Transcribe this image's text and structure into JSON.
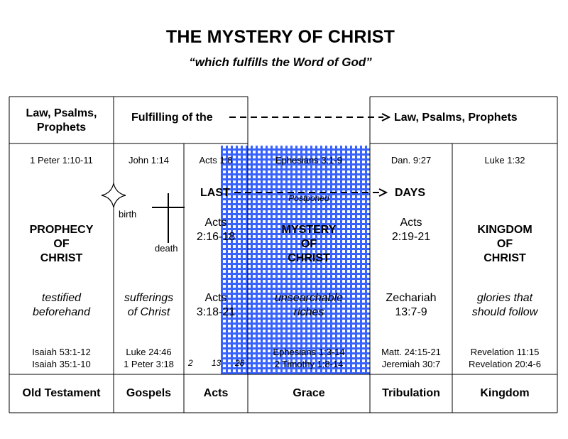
{
  "title": "THE MYSTERY OF CHRIST",
  "subtitle": "“which fulfills the Word of God”",
  "header": {
    "left": "Law, Psalms, Prophets",
    "fulfilling": "Fulfilling of the",
    "right": "Law, Psalms, Prophets"
  },
  "columns": {
    "ot": {
      "ref": "1 Peter 1:10-11",
      "main": [
        "PROPHECY",
        "OF",
        "CHRIST"
      ],
      "italic": [
        "testified",
        "beforehand"
      ],
      "bottom": [
        "Isaiah 53:1-12",
        "Isaiah 35:1-10"
      ],
      "footer": "Old Testament"
    },
    "gospels": {
      "ref": "John 1:14",
      "birth": "birth",
      "death": "death",
      "italic": [
        "sufferings",
        "of Christ"
      ],
      "bottom": [
        "Luke 24:46",
        "1 Peter 3:18"
      ],
      "footer": "Gospels"
    },
    "acts": {
      "ref": "Acts 1:8",
      "last": "LAST",
      "mid": [
        "Acts",
        "2:16-18"
      ],
      "lower": [
        "Acts",
        "3:18-21"
      ],
      "nums": [
        "2",
        "13",
        "28"
      ],
      "footer": "Acts"
    },
    "grace": {
      "ref": "Ephesians 3:1-9",
      "postponed": "Postponed",
      "main": [
        "MYSTERY",
        "OF",
        "CHRIST"
      ],
      "italic": [
        "unsearchable",
        "riches"
      ],
      "bottom": [
        "Ephesians 1:3-14",
        "2 Timothy 1:8-14"
      ],
      "footer": "Grace"
    },
    "trib": {
      "ref": "Dan. 9:27",
      "days": "DAYS",
      "mid": [
        "Acts",
        "2:19-21"
      ],
      "lower": [
        "Zechariah",
        "13:7-9"
      ],
      "bottom": [
        "Matt. 24:15-21",
        "Jeremiah 30:7"
      ],
      "footer": "Tribulation"
    },
    "kingdom": {
      "ref": "Luke 1:32",
      "main": [
        "KINGDOM",
        "OF",
        "CHRIST"
      ],
      "italic": [
        "glories that",
        "should follow"
      ],
      "bottom": [
        "Revelation 11:15",
        "Revelation 20:4-6"
      ],
      "footer": "Kingdom"
    }
  },
  "colors": {
    "pattern": "#2f5bff",
    "line": "#000000"
  }
}
